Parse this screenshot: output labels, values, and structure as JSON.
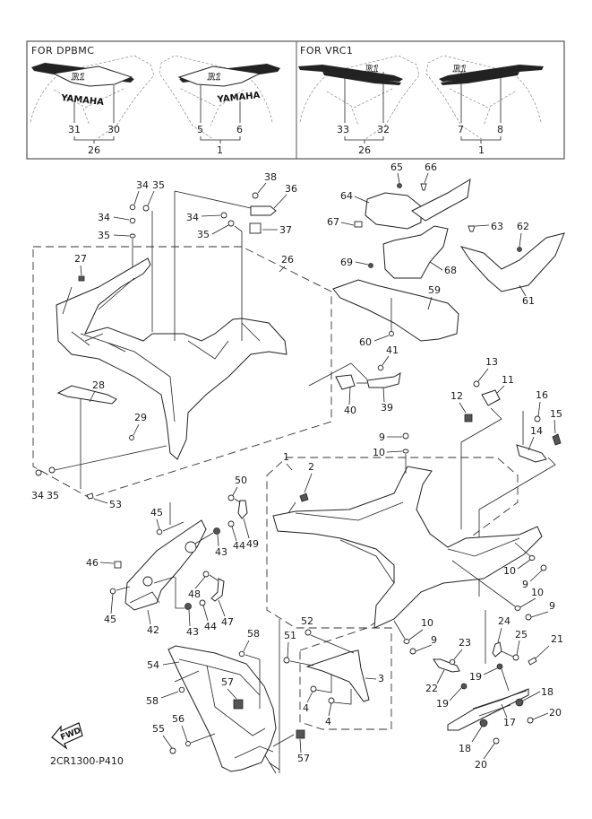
{
  "diagram_code": "2CR1300-P410",
  "fwd_label": "FWD",
  "variant_panels": [
    {
      "title": "FOR  DPBMC",
      "left": {
        "logo_text": "YAMAHA",
        "model_badge": "R1",
        "callouts": [
          "31",
          "30"
        ],
        "group": "26"
      },
      "right": {
        "logo_text": "YAMAHA",
        "model_badge": "R1",
        "callouts": [
          "5",
          "6"
        ],
        "group": "1"
      }
    },
    {
      "title": "FOR  VRC1",
      "left": {
        "model_badge": "R1",
        "callouts": [
          "33",
          "32"
        ],
        "group": "26"
      },
      "right": {
        "model_badge": "R1",
        "callouts": [
          "7",
          "8"
        ],
        "group": "1"
      }
    }
  ],
  "callouts": {
    "c1": "1",
    "c2": "2",
    "c3": "3",
    "c4a": "4",
    "c4b": "4",
    "c9a": "9",
    "c9b": "9",
    "c9c": "9",
    "c9d": "9",
    "c10a": "10",
    "c10b": "10",
    "c10c": "10",
    "c10d": "10",
    "c11": "11",
    "c12": "12",
    "c13": "13",
    "c14": "14",
    "c15": "15",
    "c16": "16",
    "c17": "17",
    "c18a": "18",
    "c18b": "18",
    "c19a": "19",
    "c19b": "19",
    "c20a": "20",
    "c20b": "20",
    "c21": "21",
    "c22": "22",
    "c23": "23",
    "c24": "24",
    "c25": "25",
    "c26": "26",
    "c27": "27",
    "c28": "28",
    "c29": "29",
    "c34a": "34",
    "c34b": "34",
    "c34c": "34",
    "c34d": "34",
    "c35a": "35",
    "c35b": "35",
    "c35c": "35",
    "c35d": "35",
    "c36": "36",
    "c37": "37",
    "c38": "38",
    "c39": "39",
    "c40": "40",
    "c41": "41",
    "c42": "42",
    "c43a": "43",
    "c43b": "43",
    "c44a": "44",
    "c44b": "44",
    "c45a": "45",
    "c45b": "45",
    "c46": "46",
    "c47": "47",
    "c48": "48",
    "c49": "49",
    "c50": "50",
    "c51": "51",
    "c52": "52",
    "c53": "53",
    "c54": "54",
    "c55": "55",
    "c56": "56",
    "c57a": "57",
    "c57b": "57",
    "c58a": "58",
    "c58b": "58",
    "c59": "59",
    "c60": "60",
    "c61": "61",
    "c62": "62",
    "c63": "63",
    "c64": "64",
    "c65": "65",
    "c66": "66",
    "c67": "67",
    "c68": "68",
    "c69": "69"
  }
}
